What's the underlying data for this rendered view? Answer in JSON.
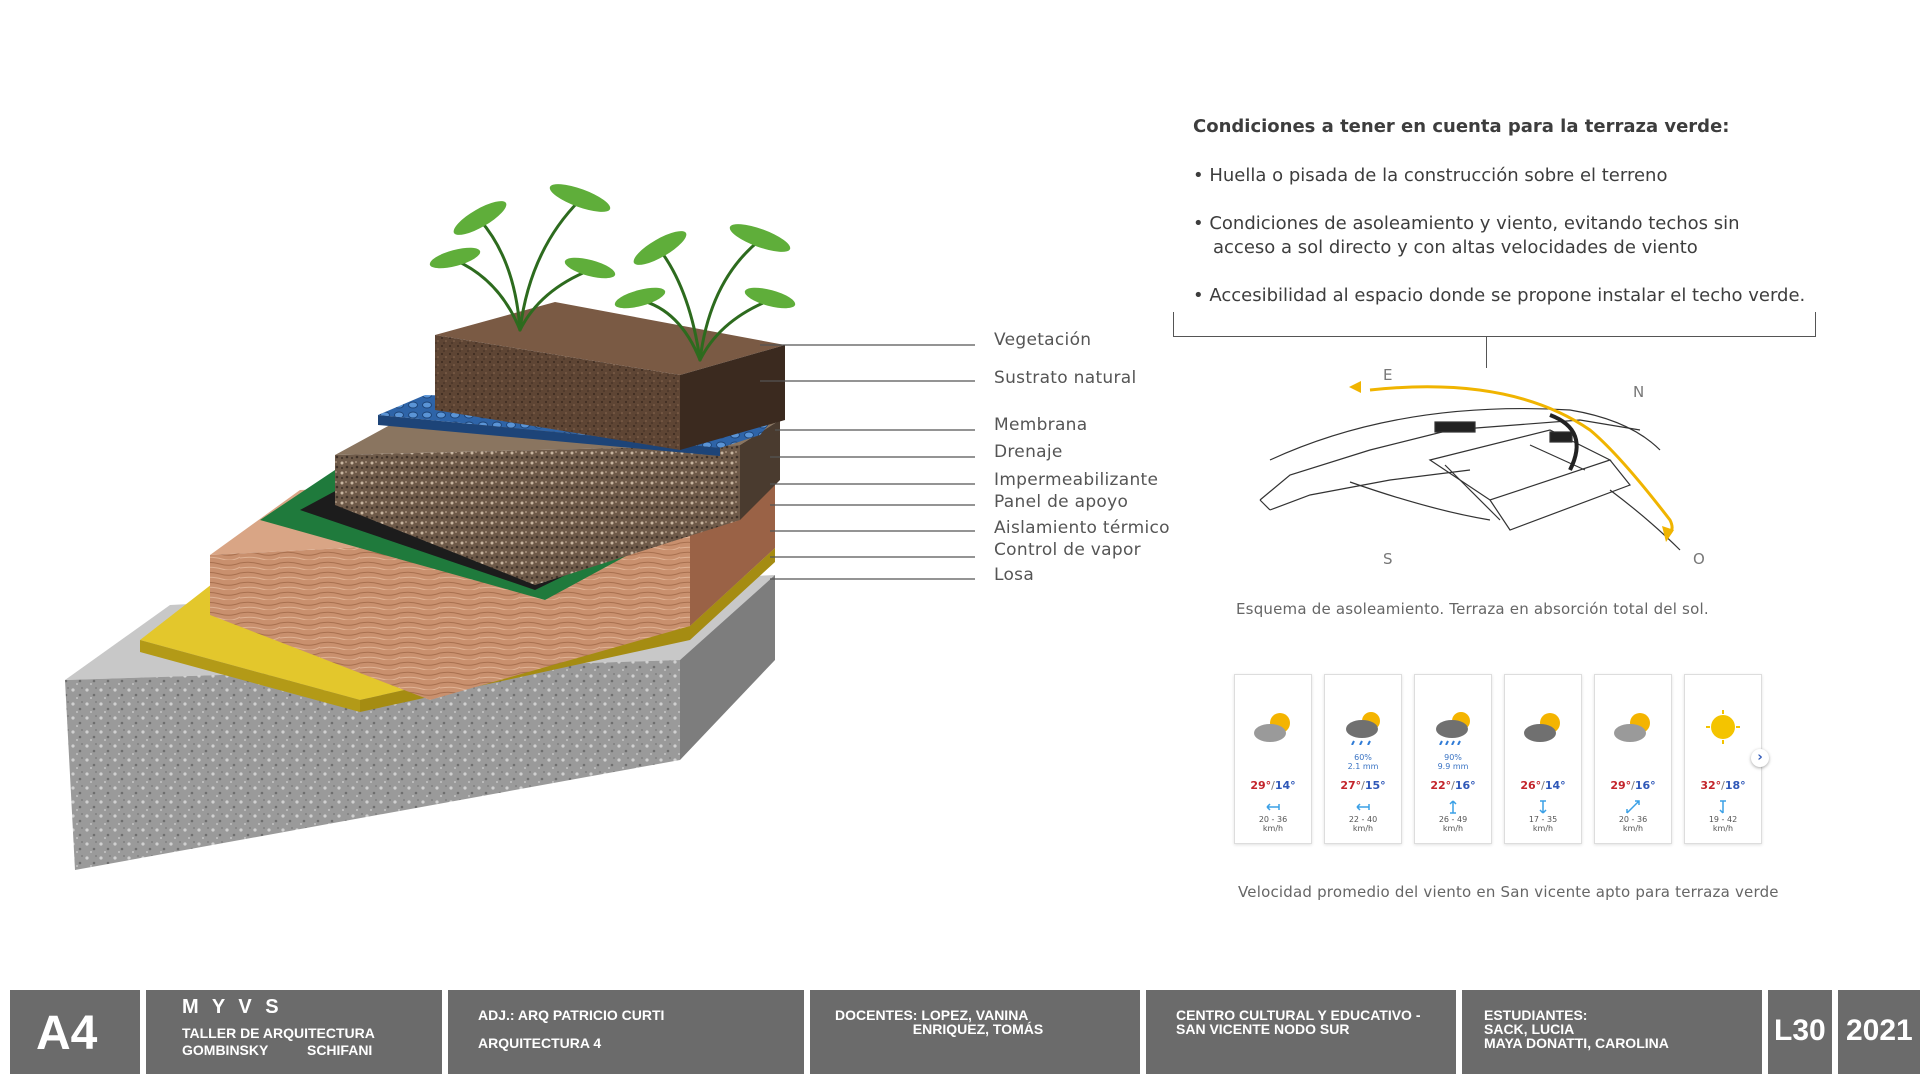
{
  "layers": [
    "Vegetación",
    "Sustrato natural",
    "Membrana",
    "Drenaje",
    "Impermeabilizante",
    "Panel de apoyo",
    "Aislamiento térmico",
    "Control de vapor",
    "Losa"
  ],
  "conditions": {
    "title": "Condiciones a tener en cuenta para la terraza verde:",
    "items": [
      {
        "line1": "• Huella o pisada de la construcción sobre el terreno",
        "line2": ""
      },
      {
        "line1": "• Condiciones de asoleamiento y viento, evitando techos sin",
        "line2": "acceso a sol directo y con altas velocidades de viento"
      },
      {
        "line1": "• Accesibilidad al espacio donde se propone instalar el techo verde.",
        "line2": ""
      }
    ]
  },
  "compass": {
    "e": "E",
    "n": "N",
    "s": "S",
    "o": "O"
  },
  "sun_caption": "Esquema de asoleamiento. Terraza en absorción total del sol.",
  "weather": [
    {
      "icon": "partly-cloudy-icon",
      "rain_pct": "",
      "rain_mm": "",
      "hi": "29°",
      "lo": "14°",
      "wind": "20 - 36",
      "unit": "km/h"
    },
    {
      "icon": "rain-cloud-icon",
      "rain_pct": "60%",
      "rain_mm": "2.1 mm",
      "hi": "27°",
      "lo": "15°",
      "wind": "22 - 40",
      "unit": "km/h"
    },
    {
      "icon": "rain-cloud-icon",
      "rain_pct": "90%",
      "rain_mm": "9.9 mm",
      "hi": "22°",
      "lo": "16°",
      "wind": "26 - 49",
      "unit": "km/h"
    },
    {
      "icon": "partly-cloudy-icon",
      "rain_pct": "",
      "rain_mm": "",
      "hi": "26°",
      "lo": "14°",
      "wind": "17 - 35",
      "unit": "km/h"
    },
    {
      "icon": "partly-cloudy-icon",
      "rain_pct": "",
      "rain_mm": "",
      "hi": "29°",
      "lo": "16°",
      "wind": "20 - 36",
      "unit": "km/h"
    },
    {
      "icon": "sun-icon",
      "rain_pct": "",
      "rain_mm": "",
      "hi": "32°",
      "lo": "18°",
      "wind": "19 - 42",
      "unit": "km/h"
    }
  ],
  "temp_sep": "/",
  "next_symbol": "›",
  "wind_caption": "Velocidad promedio del viento en San vicente apto para terraza verde",
  "footer": {
    "level": "A4",
    "brand": "M Y V S",
    "taller": "TALLER DE ARQUITECTURA",
    "taller_names": "GOMBINSKY          SCHIFANI",
    "adj": "ADJ.: ARQ PATRICIO CURTI",
    "course": "ARQUITECTURA 4",
    "docentes": "DOCENTES: LOPEZ, VANINA\n                    ENRIQUEZ, TOMÁS",
    "project": "CENTRO CULTURAL Y EDUCATIVO -\nSAN VICENTE NODO SUR",
    "students": "ESTUDIANTES:\nSACK, LUCIA\nMAYA DONATTI, CAROLINA",
    "sheet": "L30",
    "year": "2021"
  },
  "colors": {
    "footer_bg": "#6b6b6b",
    "temp_hi": "#c3242b",
    "temp_lo": "#2f58b8",
    "sun_arrow": "#f0b400"
  }
}
